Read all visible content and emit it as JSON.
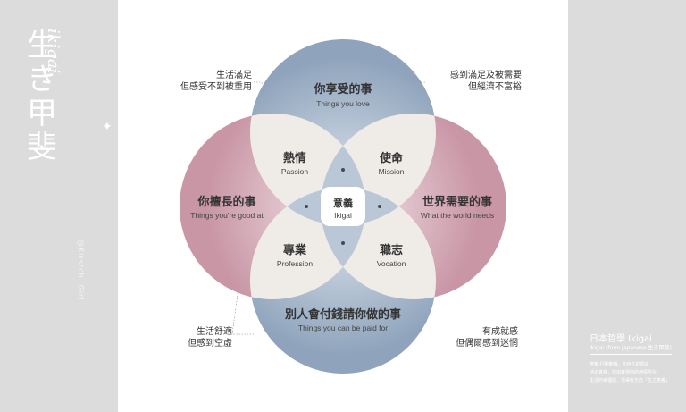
{
  "left_panel": {
    "title": "生き甲斐",
    "script": "ikigai",
    "sparkle": "✦",
    "credit": "@Kirstch. Girl."
  },
  "right_panel": {
    "title": "日本哲學 Ikigai",
    "subtitle": "Ikigai (from Japanese 生き甲斐)",
    "notes": [
      "意義,行動動機，你存在的理由",
      "活出真我，找出實現你的熱情所在",
      "生活的幸福感，活得有方向「生之意義」"
    ]
  },
  "colors": {
    "blue": "#94a8bf",
    "pink": "#cc9fae",
    "cream": "#efebe6",
    "core": "#ffffff"
  },
  "diagram": {
    "top": {
      "zh": "你享受的事",
      "en": "Things you love"
    },
    "left": {
      "zh": "你擅長的事",
      "en": "Things you're good at"
    },
    "right": {
      "zh": "世界需要的事",
      "en": "What the world needs"
    },
    "bottom": {
      "zh": "別人會付錢請你做的事",
      "en": "Things you can be paid for"
    },
    "passion": {
      "zh": "熱情",
      "en": "Passion"
    },
    "mission": {
      "zh": "使命",
      "en": "Mission"
    },
    "profession": {
      "zh": "專業",
      "en": "Profession"
    },
    "vocation": {
      "zh": "職志",
      "en": "Vocation"
    },
    "center": {
      "zh": "意義",
      "en": "Ikigai"
    }
  },
  "notes": {
    "top_left": [
      "生活滿足",
      "但感受不到被重用"
    ],
    "top_right": [
      "感到滿足及被需要",
      "但經濟不富裕"
    ],
    "bottom_left": [
      "生活舒適",
      "但感到空虛"
    ],
    "bottom_right": [
      "有成就感",
      "但偶爾感到迷惘"
    ]
  }
}
